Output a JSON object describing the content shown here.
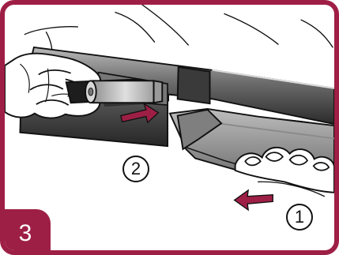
{
  "illustration": {
    "step_number": "3",
    "step_markers": [
      "2",
      "1"
    ],
    "icons": [
      "hand-icon",
      "barrel-icon",
      "forearm-icon",
      "arrow-icon"
    ],
    "colors": {
      "frame": "#9e1f45",
      "accent_arrow": "#9e1f45",
      "metal_dark": "#4a4a4a",
      "metal_mid": "#8e8e8e",
      "metal_light": "#d9d9d9",
      "ink": "#111111"
    }
  }
}
